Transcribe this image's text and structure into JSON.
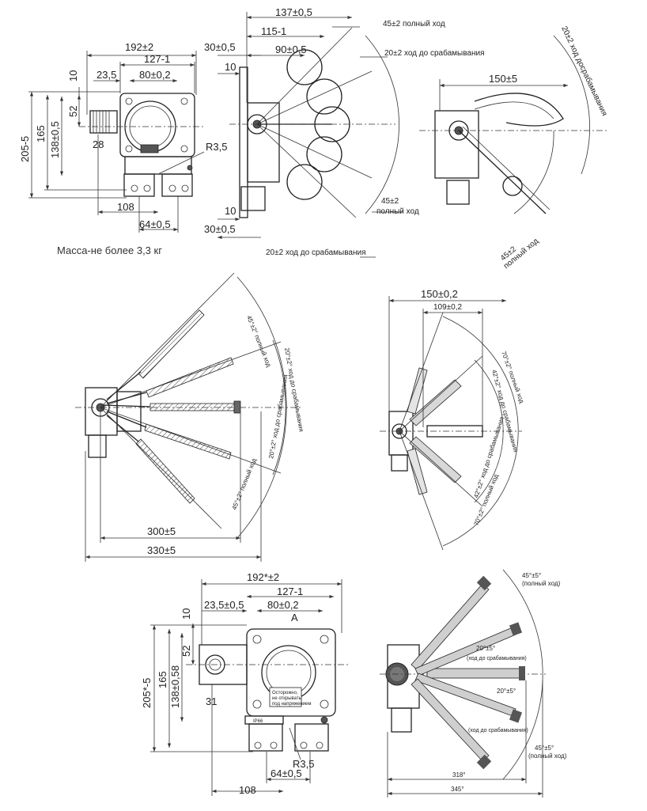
{
  "mass_note": "Масса-не более 3,3 кг",
  "view1": {
    "dims": [
      "192±2",
      "127-1",
      "23,5",
      "80±0,2",
      "10",
      "52",
      "205-5",
      "165",
      "138±0,5",
      "28",
      "R3,5",
      "108",
      "64±0,5"
    ]
  },
  "view2": {
    "dims": [
      "137±0,5",
      "115-1",
      "30±0,5",
      "90±0,5",
      "10",
      "10",
      "30±0,5"
    ],
    "labels": [
      "45±2 полный ход",
      "20±2 ход до срабамывания",
      "45±2",
      "полный ход",
      "20±2 ход до срабамывания"
    ]
  },
  "view3": {
    "dims": [
      "150±5"
    ],
    "labels": [
      "20±2 ход досрабамывания",
      "45±2",
      "полный ход"
    ]
  },
  "view4": {
    "dims": [
      "300±5",
      "330±5"
    ],
    "labels": [
      "45°±2° полный ход",
      "20°±2° ход до срабамывания",
      "20°±2° ход до срабамывания",
      "45°±2° полный ход"
    ]
  },
  "view5": {
    "dims": [
      "150±0,2",
      "109±0,2"
    ],
    "labels": [
      "70°±2° полный ход",
      "42°±2° ход до срабамывания",
      "42°±2° ход до срабамывания",
      "70°±2° полный ход"
    ]
  },
  "view6": {
    "dims": [
      "192*±2",
      "127-1",
      "23,5±0,5",
      "80±0,2",
      "A",
      "10",
      "52",
      "205*-5",
      "165",
      "138±0,58",
      "31",
      "R3,5",
      "108",
      "64±0,5"
    ],
    "plate": [
      "Осторожно,",
      "не открывать",
      "под напряжением"
    ],
    "ip": "IP66"
  },
  "view7": {
    "labels": [
      "45°±5°",
      "(полный ход)",
      "20°±5°",
      "(ход до срабамывания)",
      "20°±5°",
      "(ход до срабамывания)",
      "45°±5°",
      "(полный ход)"
    ],
    "dims": [
      "318°",
      "345°"
    ]
  }
}
